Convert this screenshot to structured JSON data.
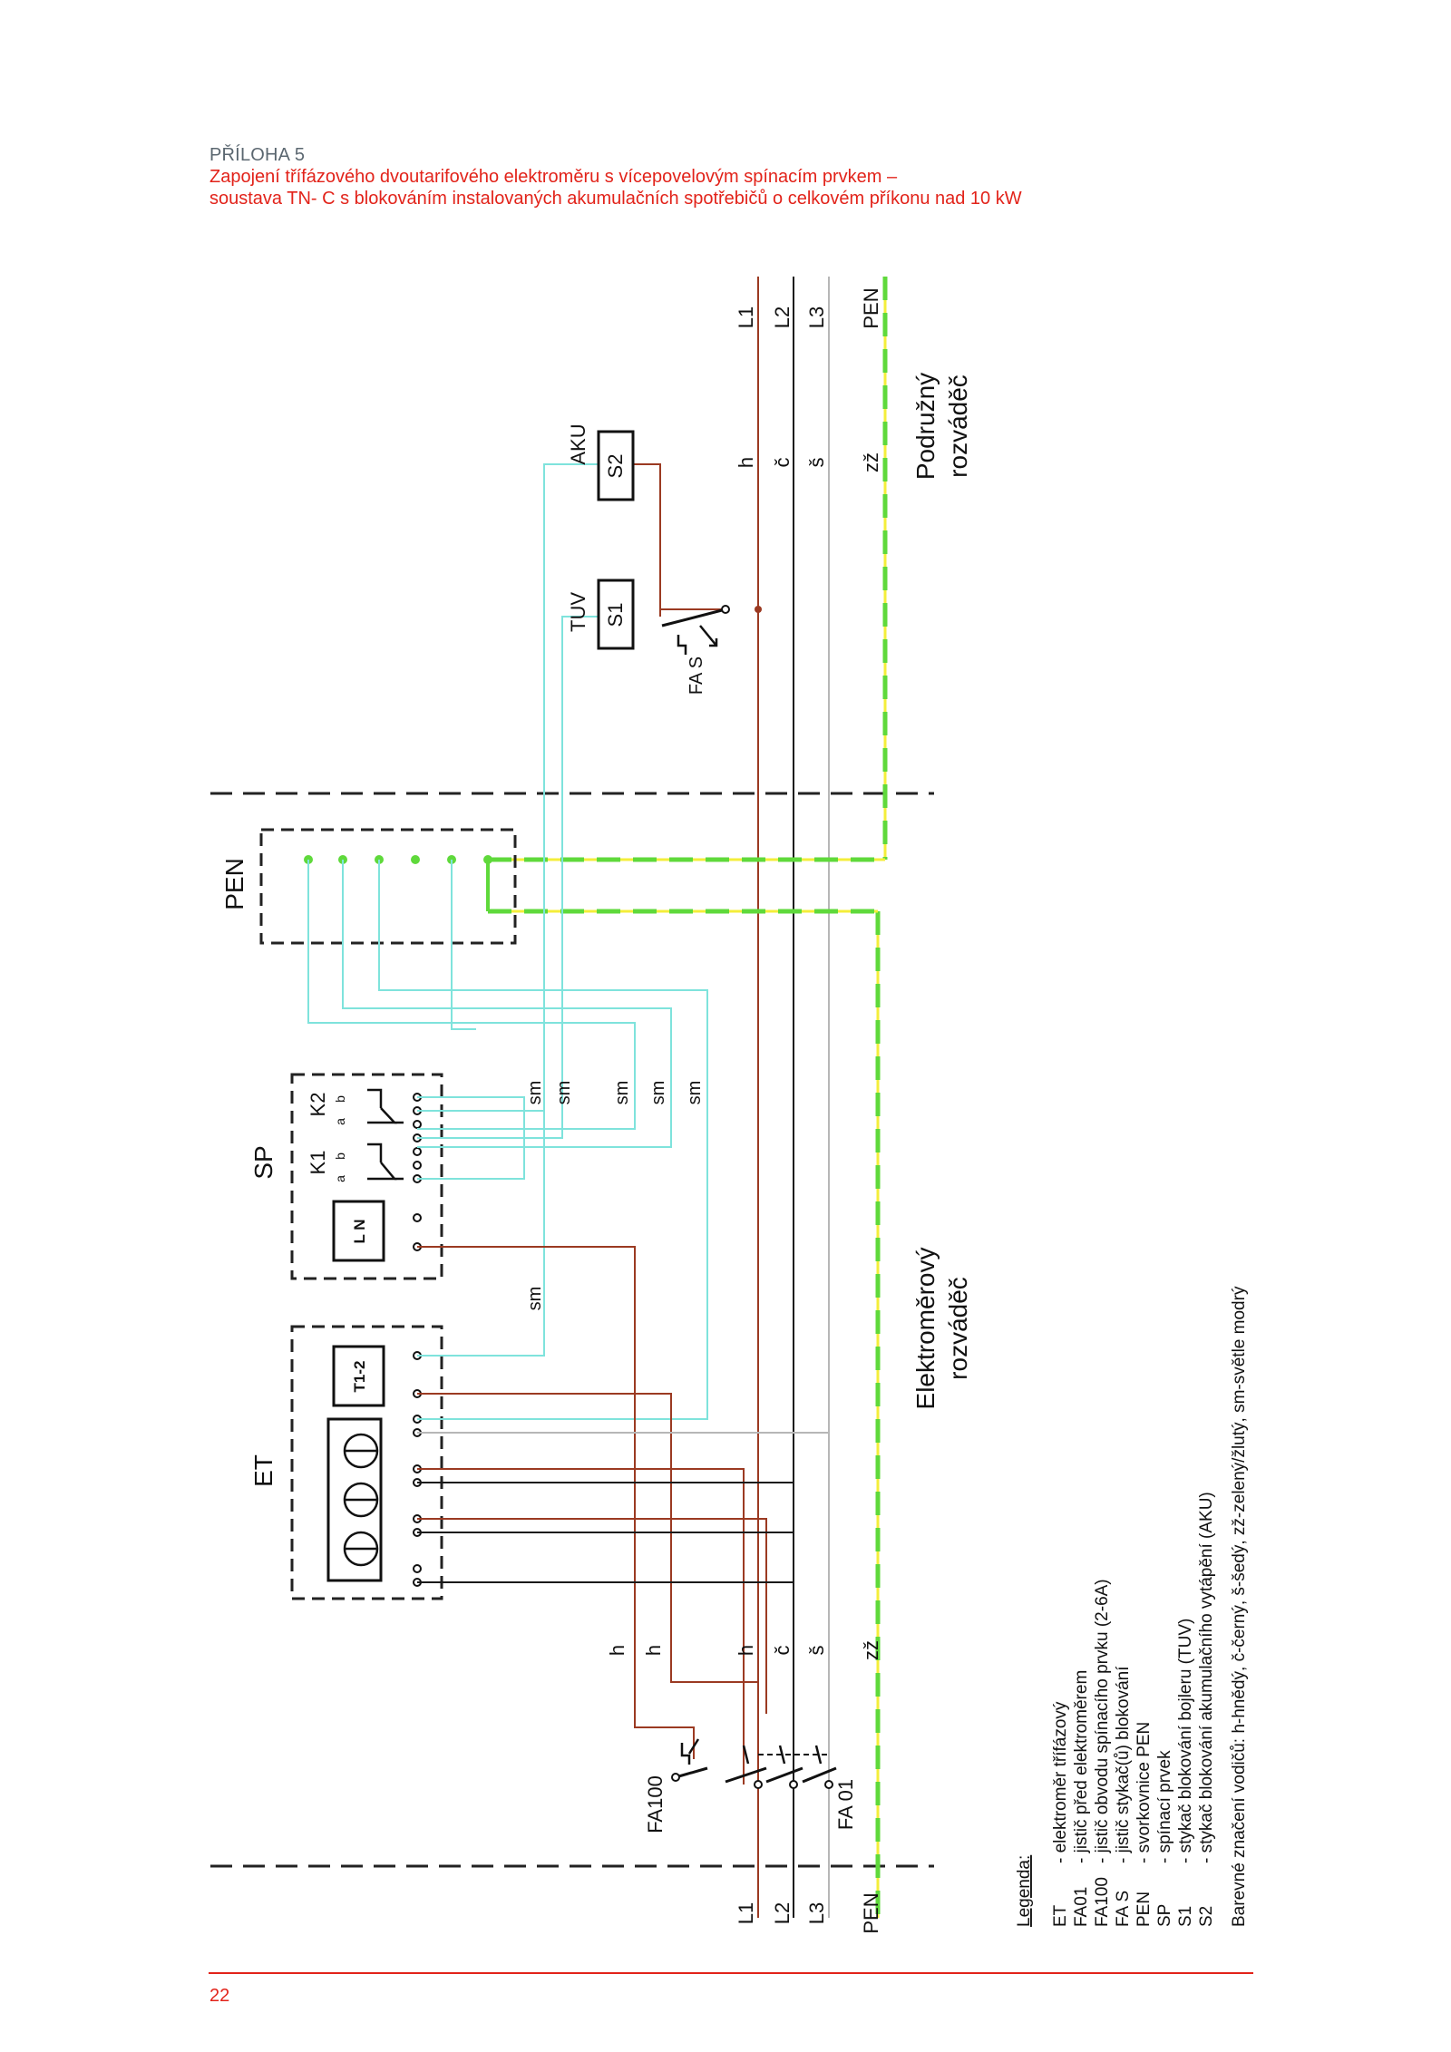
{
  "header": {
    "section": "PŘÍLOHA 5",
    "title_line1": "Zapojení třífázového dvoutarifového elektroměru s vícepovelovým spínacím prvkem –",
    "title_line2": "soustava TN- C s blokováním instalovaných akumulačních spotřebičů o celkovém příkonu nad 10 kW"
  },
  "page_number": "22",
  "colors": {
    "accent_red": "#e2231a",
    "brown": "#9b3a22",
    "black": "#1a1a1a",
    "grey": "#b7b7b7",
    "light_blue": "#7fe3dc",
    "green": "#5fd93b",
    "yellow": "#f4ee3a"
  },
  "labels": {
    "phase_left": [
      "L1",
      "L2",
      "L3",
      "PEN"
    ],
    "phase_right": [
      "L1",
      "L2",
      "L3",
      "PEN"
    ],
    "wire_codes_left": [
      "h",
      "h",
      "h",
      "č",
      "š",
      "zž"
    ],
    "wire_codes_right": [
      "h",
      "č",
      "š",
      "zž"
    ],
    "sm": "sm",
    "et": "ET",
    "sp": "SP",
    "pen_box": "PEN",
    "k1": "K1",
    "k2": "K2",
    "a": "a",
    "b": "b",
    "t12": "T1-2",
    "ln": "L N",
    "fa100": "FA100",
    "fa01": "FA 01",
    "fas": "FA S",
    "s1": "S1",
    "s2": "S2",
    "tuv": "TUV",
    "aku": "AKU",
    "podruzny_1": "Podružný",
    "podruzny_2": "rozváděč",
    "elektromerovy_1": "Elektroměrový",
    "elektromerovy_2": "rozváděč"
  },
  "legend": {
    "title": "Legenda:",
    "items": [
      {
        "code": "ET",
        "desc": "- elektroměr třífázový"
      },
      {
        "code": "FA01",
        "desc": "- jistič před elektroměrem"
      },
      {
        "code": "FA100",
        "desc": "- jistič obvodu spínacího prvku (2-6A)"
      },
      {
        "code": "FA S",
        "desc": "- jistič stykač(ů) blokování"
      },
      {
        "code": "PEN",
        "desc": "- svorkovnice PEN"
      },
      {
        "code": "SP",
        "desc": "- spínací prvek"
      },
      {
        "code": "S1",
        "desc": "- stykač blokování bojleru (TUV)"
      },
      {
        "code": "S2",
        "desc": "- stykač blokování akumulačního vytápění (AKU)"
      }
    ],
    "color_note": "Barevné značení vodičů: h-hnědý, č-černý, š-šedý, zž-zelený/žlutý, sm-světle modrý"
  }
}
